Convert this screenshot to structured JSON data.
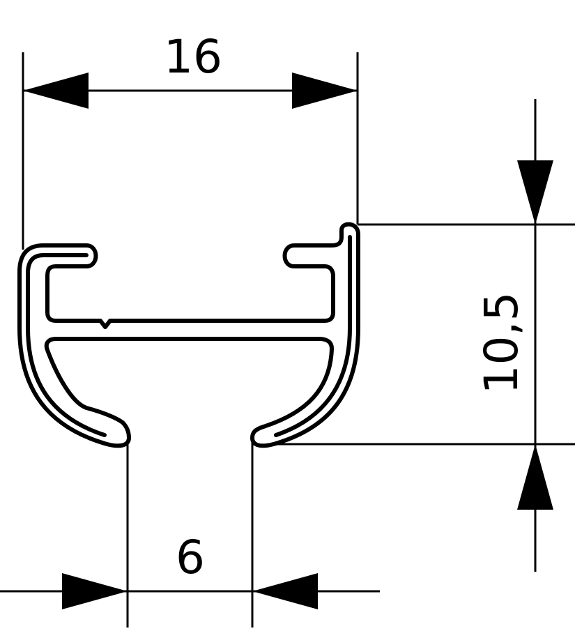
{
  "drawing": {
    "line_color": "#000000",
    "background_color": "#ffffff",
    "dimensions": {
      "width_top": "16",
      "height_right": "10,5",
      "slot_bottom": "6"
    }
  }
}
